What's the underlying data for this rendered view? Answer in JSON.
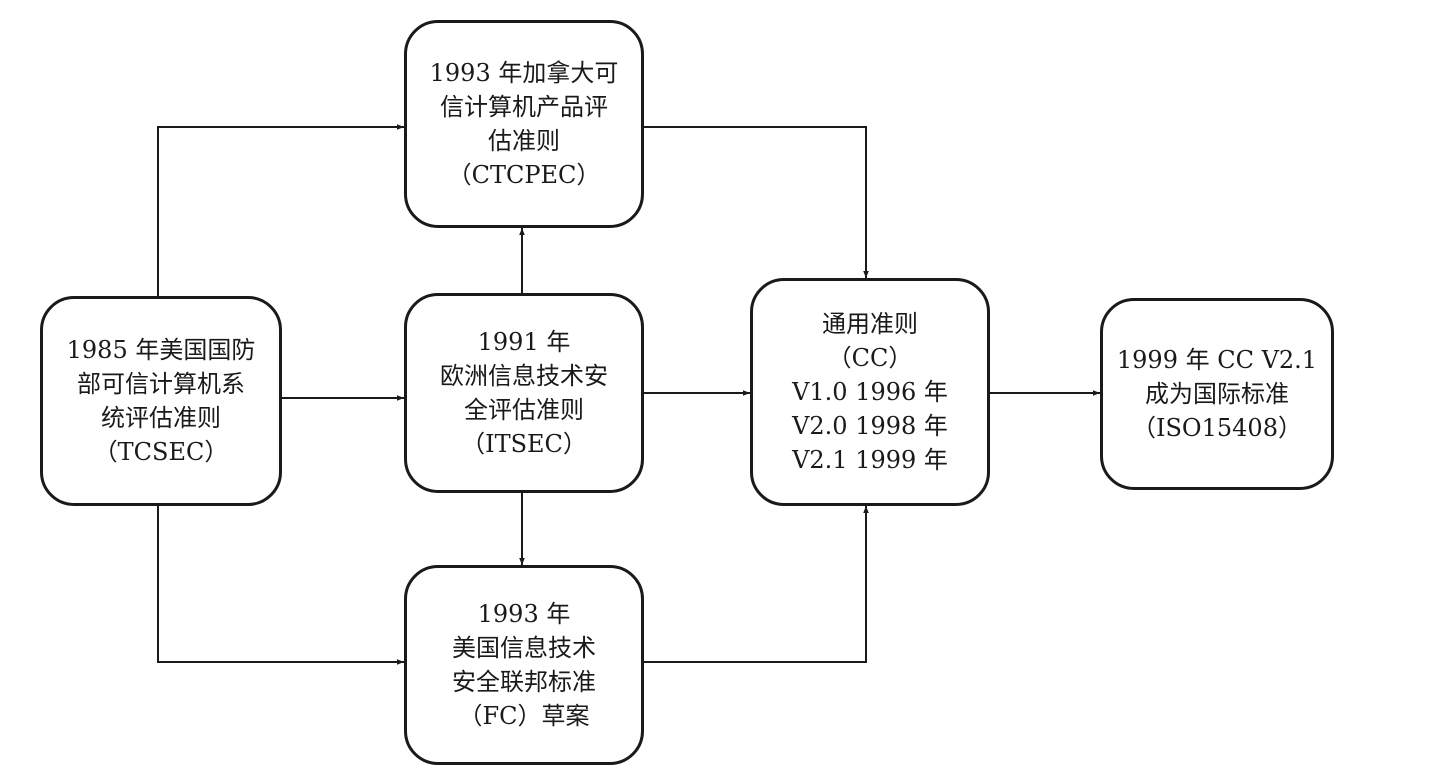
{
  "nodes": {
    "tcsec": {
      "lines": [
        "1985 年美国国防",
        "部可信计算机系",
        "统评估准则",
        "（TCSEC）"
      ]
    },
    "ctcpec": {
      "lines": [
        "1993 年加拿大可",
        "信计算机产品评",
        "估准则",
        "（CTCPEC）"
      ]
    },
    "itsec": {
      "lines": [
        "1991 年",
        "欧洲信息技术安",
        "全评估准则",
        "（ITSEC）"
      ]
    },
    "fc": {
      "lines": [
        "1993 年",
        "美国信息技术",
        "安全联邦标准",
        "（FC）草案"
      ]
    },
    "cc": {
      "lines": [
        "通用准则",
        "（CC）",
        "V1.0 1996 年",
        "V2.0 1998 年",
        "V2.1 1999 年"
      ]
    },
    "iso": {
      "lines": [
        "1999 年 CC V2.1",
        "成为国际标准",
        "（ISO15408）"
      ]
    }
  },
  "edges": [
    {
      "from": "tcsec",
      "to": "ctcpec"
    },
    {
      "from": "tcsec",
      "to": "itsec"
    },
    {
      "from": "tcsec",
      "to": "fc"
    },
    {
      "from": "itsec",
      "to": "ctcpec"
    },
    {
      "from": "itsec",
      "to": "fc"
    },
    {
      "from": "itsec",
      "to": "cc"
    },
    {
      "from": "ctcpec",
      "to": "cc"
    },
    {
      "from": "fc",
      "to": "cc"
    },
    {
      "from": "cc",
      "to": "iso"
    }
  ],
  "colors": {
    "stroke": "#1a1a1a",
    "background": "#ffffff"
  }
}
